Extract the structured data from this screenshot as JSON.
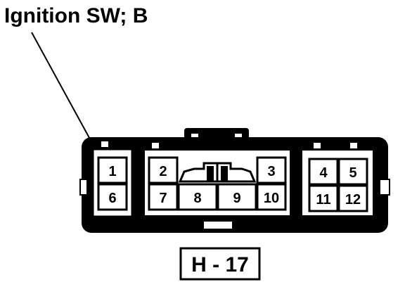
{
  "diagram": {
    "callout_label": "Ignition SW; B",
    "connector_id": "H - 17",
    "colors": {
      "ink": "#000000",
      "paper": "#ffffff"
    },
    "pins": [
      {
        "number": "1"
      },
      {
        "number": "6"
      },
      {
        "number": "2"
      },
      {
        "number": "3"
      },
      {
        "number": "7"
      },
      {
        "number": "8"
      },
      {
        "number": "9"
      },
      {
        "number": "10"
      },
      {
        "number": "4"
      },
      {
        "number": "5"
      },
      {
        "number": "11"
      },
      {
        "number": "12"
      }
    ]
  }
}
